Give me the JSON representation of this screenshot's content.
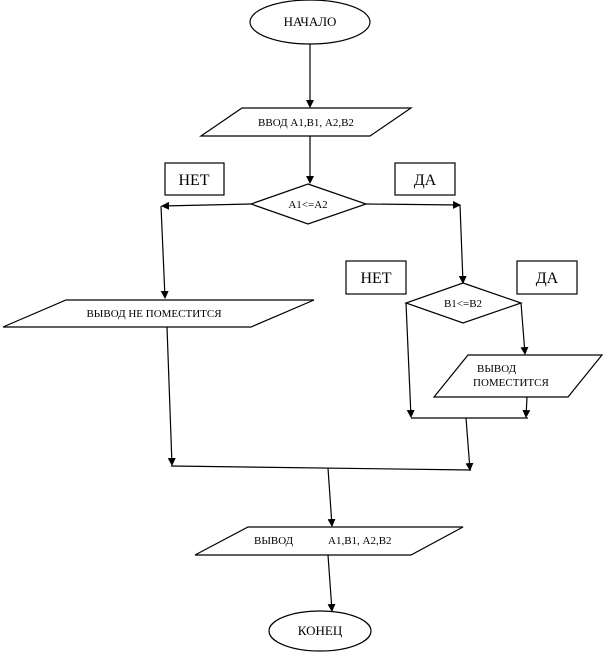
{
  "diagram": {
    "type": "flowchart",
    "nodes": {
      "start": "НАЧАЛО",
      "input": "ВВОД А1,В1, А2,В2",
      "cond1": "А1<=А2",
      "cond1_no": "НЕТ",
      "cond1_yes": "ДА",
      "out_no_fit": "ВЫВОД  НЕ ПОМЕСТИТСЯ",
      "cond2": "В1<=В2",
      "cond2_no": "НЕТ",
      "cond2_yes": "ДА",
      "out_fit_line1": "ВЫВОД",
      "out_fit_line2": "ПОМЕСТИТСЯ",
      "output_prefix": "ВЫВОД",
      "output_values": "А1,В1, А2,В2",
      "end": "КОНЕЦ"
    },
    "edges": [
      {
        "from": "start",
        "to": "input"
      },
      {
        "from": "input",
        "to": "cond1"
      },
      {
        "from": "cond1",
        "to": "out_no_fit",
        "label": "НЕТ"
      },
      {
        "from": "cond1",
        "to": "cond2",
        "label": "ДА"
      },
      {
        "from": "cond2",
        "to": "merge2",
        "label": "НЕТ"
      },
      {
        "from": "cond2",
        "to": "out_fit",
        "label": "ДА"
      },
      {
        "from": "out_fit",
        "to": "merge2"
      },
      {
        "from": "merge2",
        "to": "merge1"
      },
      {
        "from": "out_no_fit",
        "to": "merge1"
      },
      {
        "from": "merge1",
        "to": "output"
      },
      {
        "from": "output",
        "to": "end"
      }
    ]
  }
}
